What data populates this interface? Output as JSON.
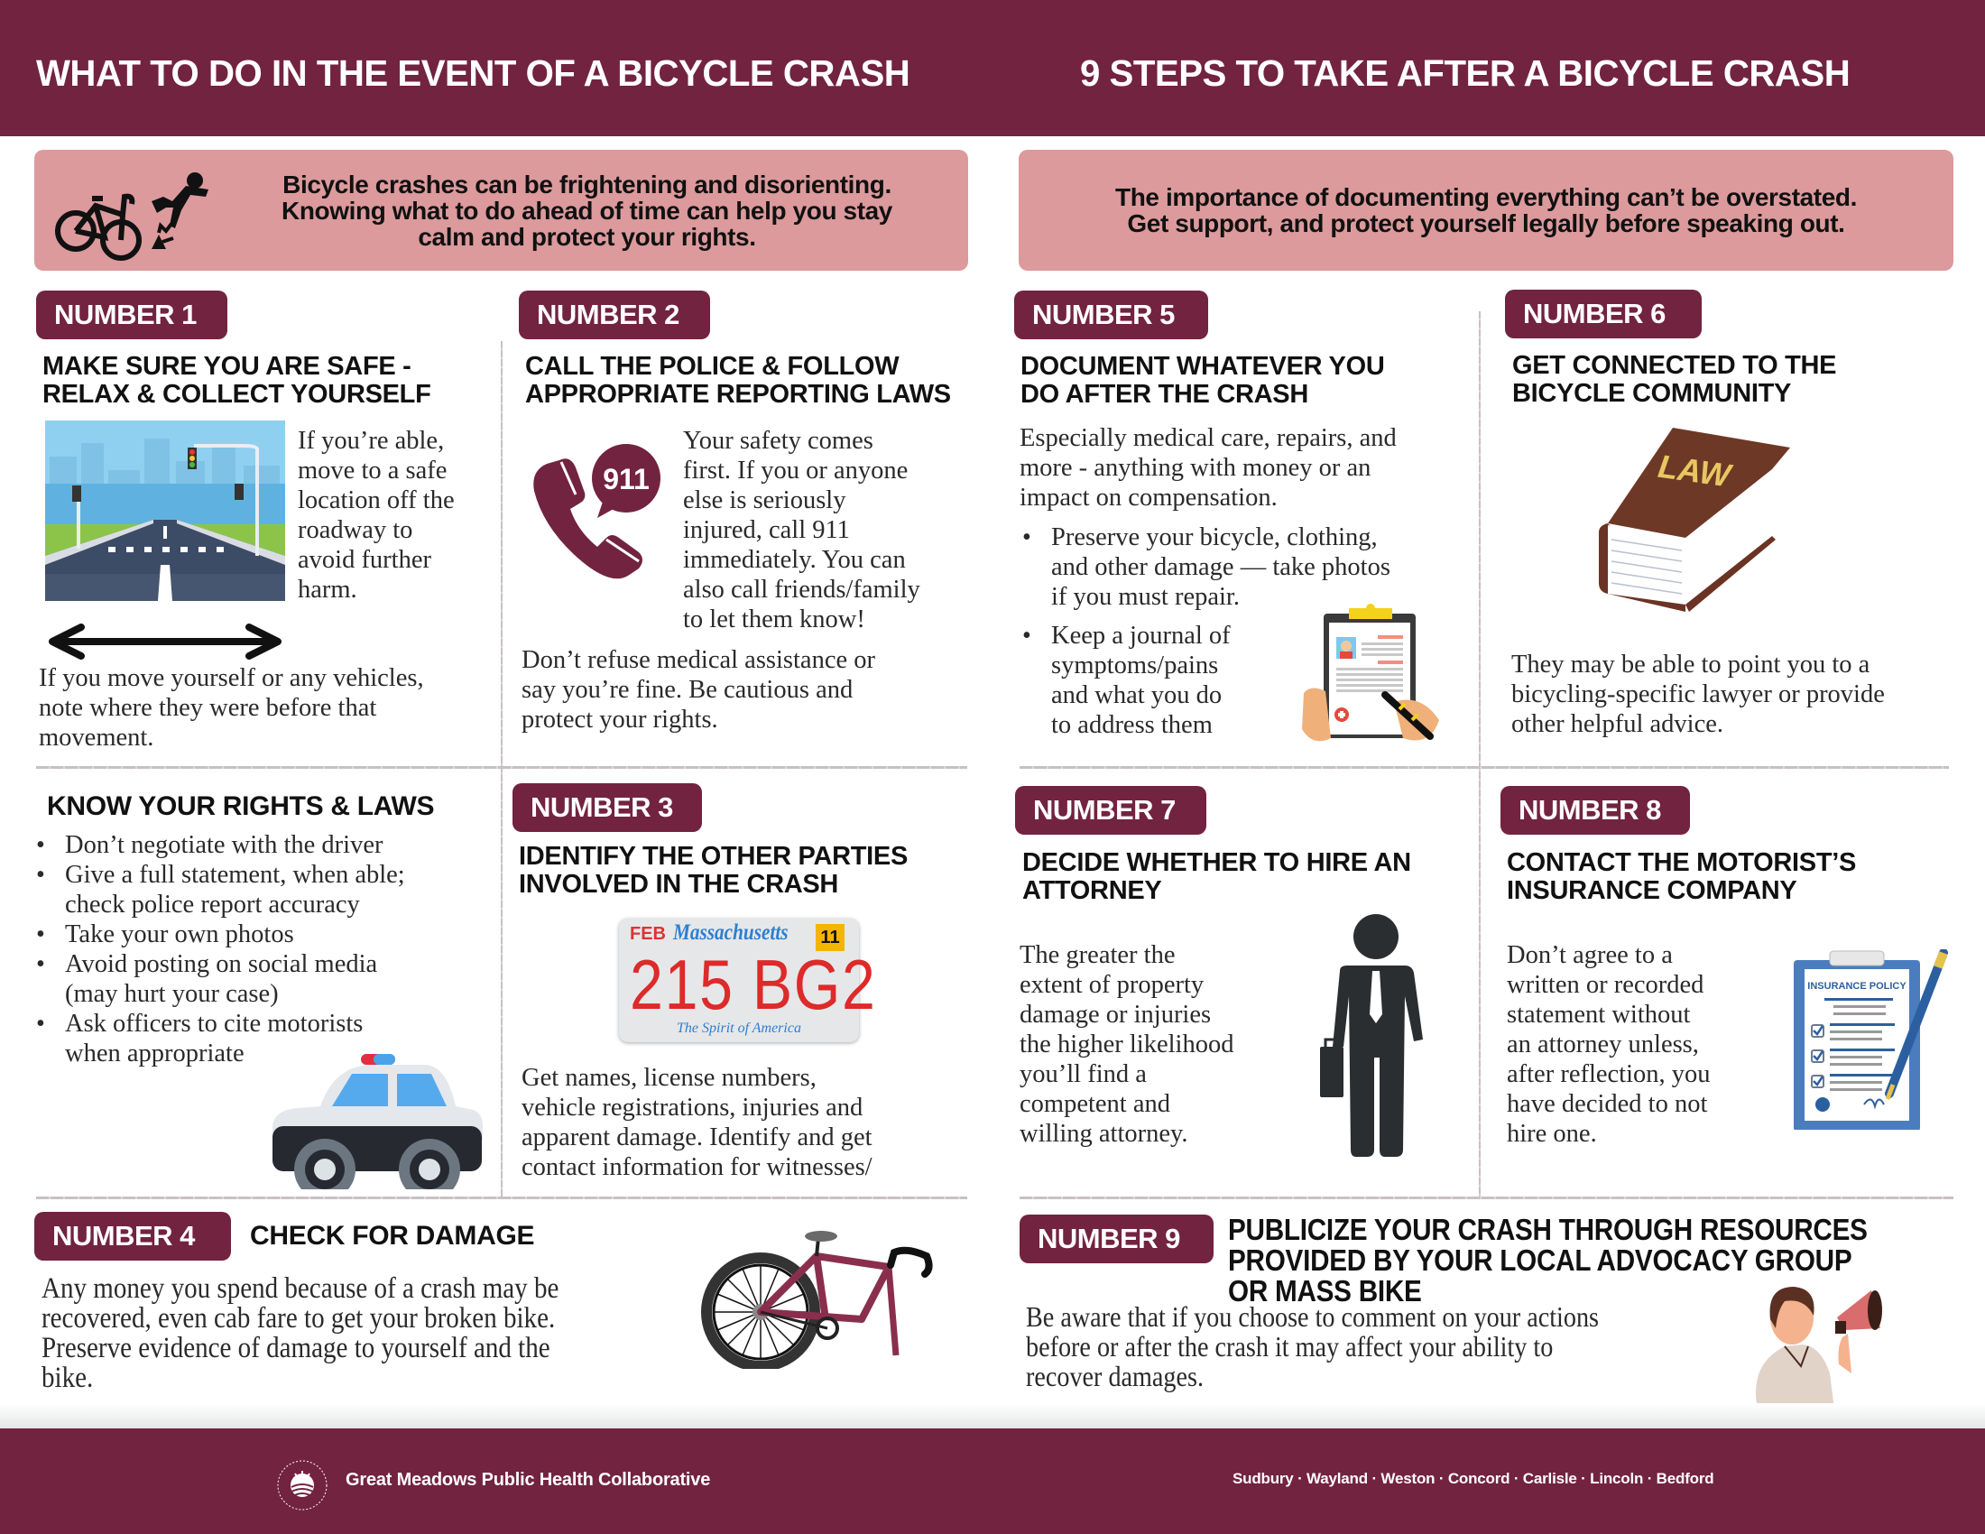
{
  "header": {
    "left_title": "WHAT TO DO IN THE EVENT OF A BICYCLE CRASH",
    "right_title": "9 STEPS TO TAKE AFTER A BICYCLE CRASH"
  },
  "intro": {
    "left_lines": [
      "Bicycle crashes can be frightening and disorienting.",
      "Knowing what to do ahead of time can help you stay",
      "calm and protect your rights."
    ],
    "right_lines": [
      "The importance of documenting everything can’t be overstated.",
      "Get support, and protect yourself legally before speaking out."
    ]
  },
  "steps": {
    "s1": {
      "badge": "NUMBER 1",
      "heading_lines": [
        "MAKE SURE YOU ARE SAFE -",
        "RELAX & COLLECT YOURSELF"
      ],
      "side_lines": [
        "If you’re able,",
        "move to a safe",
        "location off the",
        "roadway to",
        "avoid further",
        "harm."
      ],
      "bottom_lines": [
        "If you move yourself or any vehicles,",
        "note where they were before that",
        "movement."
      ]
    },
    "s2": {
      "badge": "NUMBER 2",
      "heading_lines": [
        "CALL THE POLICE & FOLLOW",
        "APPROPRIATE REPORTING LAWS"
      ],
      "phone_label": "911",
      "side_lines": [
        "Your safety comes",
        "first. If you or anyone",
        "else is seriously",
        "injured, call 911",
        "immediately. You can",
        "also call friends/family",
        "to let them know!"
      ],
      "bottom_lines": [
        "Don’t refuse medical assistance or",
        "say you’re fine. Be cautious and",
        "protect your rights."
      ]
    },
    "rights": {
      "heading": "KNOW YOUR RIGHTS & LAWS",
      "bullets": [
        [
          "Don’t negotiate with the driver"
        ],
        [
          "Give a full statement, when able;",
          "check police report accuracy"
        ],
        [
          "Take your own photos"
        ],
        [
          "Avoid posting on social media",
          "(may hurt your case)"
        ],
        [
          "Ask officers to cite motorists",
          "when appropriate"
        ]
      ]
    },
    "s3": {
      "badge": "NUMBER 3",
      "heading_lines": [
        "IDENTIFY THE OTHER PARTIES",
        "INVOLVED IN THE CRASH"
      ],
      "plate": {
        "month": "FEB",
        "state": "Massachusetts",
        "year": "11",
        "number": "215 BG2",
        "slogan": "The Spirit of America"
      },
      "body_lines": [
        "Get names, license numbers,",
        "vehicle registrations, injuries and",
        "apparent damage. Identify and get",
        "contact information for witnesses/"
      ]
    },
    "s4": {
      "badge": "NUMBER 4",
      "heading": "CHECK FOR DAMAGE",
      "body_lines": [
        "Any money you spend because of a crash may be",
        "recovered, even cab fare to get your broken bike.",
        "Preserve evidence of damage to yourself and the",
        "bike."
      ]
    },
    "s5": {
      "badge": "NUMBER 5",
      "heading_lines": [
        "DOCUMENT WHATEVER YOU",
        "DO AFTER THE CRASH"
      ],
      "intro_lines": [
        "Especially medical care, repairs, and",
        "more - anything with money or an",
        "impact on compensation."
      ],
      "bullets": [
        [
          "Preserve your bicycle, clothing,",
          "and other damage — take photos",
          "if you must repair."
        ],
        [
          "Keep a journal of",
          "symptoms/pains",
          "and what you do",
          "to address them"
        ]
      ]
    },
    "s6": {
      "badge": "NUMBER 6",
      "heading_lines": [
        "GET CONNECTED TO THE",
        "BICYCLE COMMUNITY"
      ],
      "book_label": "LAW",
      "body_lines": [
        "They may be able to point you to a",
        "bicycling-specific lawyer or provide",
        "other helpful advice."
      ]
    },
    "s7": {
      "badge": "NUMBER 7",
      "heading_lines": [
        "DECIDE WHETHER TO HIRE AN",
        "ATTORNEY"
      ],
      "body_lines": [
        "The greater the",
        "extent of property",
        "damage or injuries",
        "the higher likelihood",
        "you’ll find a",
        "competent and",
        "willing attorney."
      ]
    },
    "s8": {
      "badge": "NUMBER 8",
      "heading_lines": [
        "CONTACT THE MOTORIST’S",
        "INSURANCE COMPANY"
      ],
      "clipboard_label": "INSURANCE POLICY",
      "body_lines": [
        "Don’t agree to a",
        "written or recorded",
        "statement without",
        "an attorney unless,",
        "after reflection, you",
        "have decided to not",
        "hire one."
      ]
    },
    "s9": {
      "badge": "NUMBER 9",
      "heading_lines": [
        "PUBLICIZE YOUR CRASH THROUGH RESOURCES",
        "PROVIDED BY YOUR LOCAL ADVOCACY GROUP",
        "OR MASS BIKE"
      ],
      "body_lines": [
        "Be aware that if you choose to comment on your actions",
        "before or after the crash it may affect your ability to",
        "recover damages."
      ]
    }
  },
  "footer": {
    "org_name": "Great Meadows Public Health Collaborative",
    "towns": "Sudbury · Wayland · Weston · Concord · Carlisle · Lincoln · Bedford"
  },
  "colors": {
    "brand_maroon": "#72233f",
    "intro_pink": "#dc9a9c",
    "divider_gray": "#c8c0c2"
  }
}
